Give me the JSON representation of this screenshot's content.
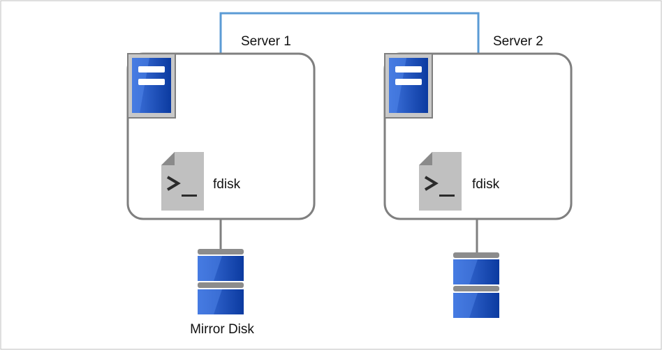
{
  "servers": [
    {
      "label": "Server 1",
      "command_label": "fdisk",
      "disk_label": "Mirror Disk"
    },
    {
      "label": "Server 2",
      "command_label": "fdisk",
      "disk_label": ""
    }
  ],
  "colors": {
    "network_line": "#5b9bd5",
    "server_border": "#7f7f7f",
    "server_icon_dark": "#0a3a9c",
    "server_icon_light": "#3a6fd8",
    "disk_blue": "#1f4fbf",
    "disk_gray": "#8c8c8c",
    "terminal_gray": "#c0c0c0"
  },
  "icons": [
    "server-icon",
    "terminal-icon",
    "disk-icon"
  ]
}
